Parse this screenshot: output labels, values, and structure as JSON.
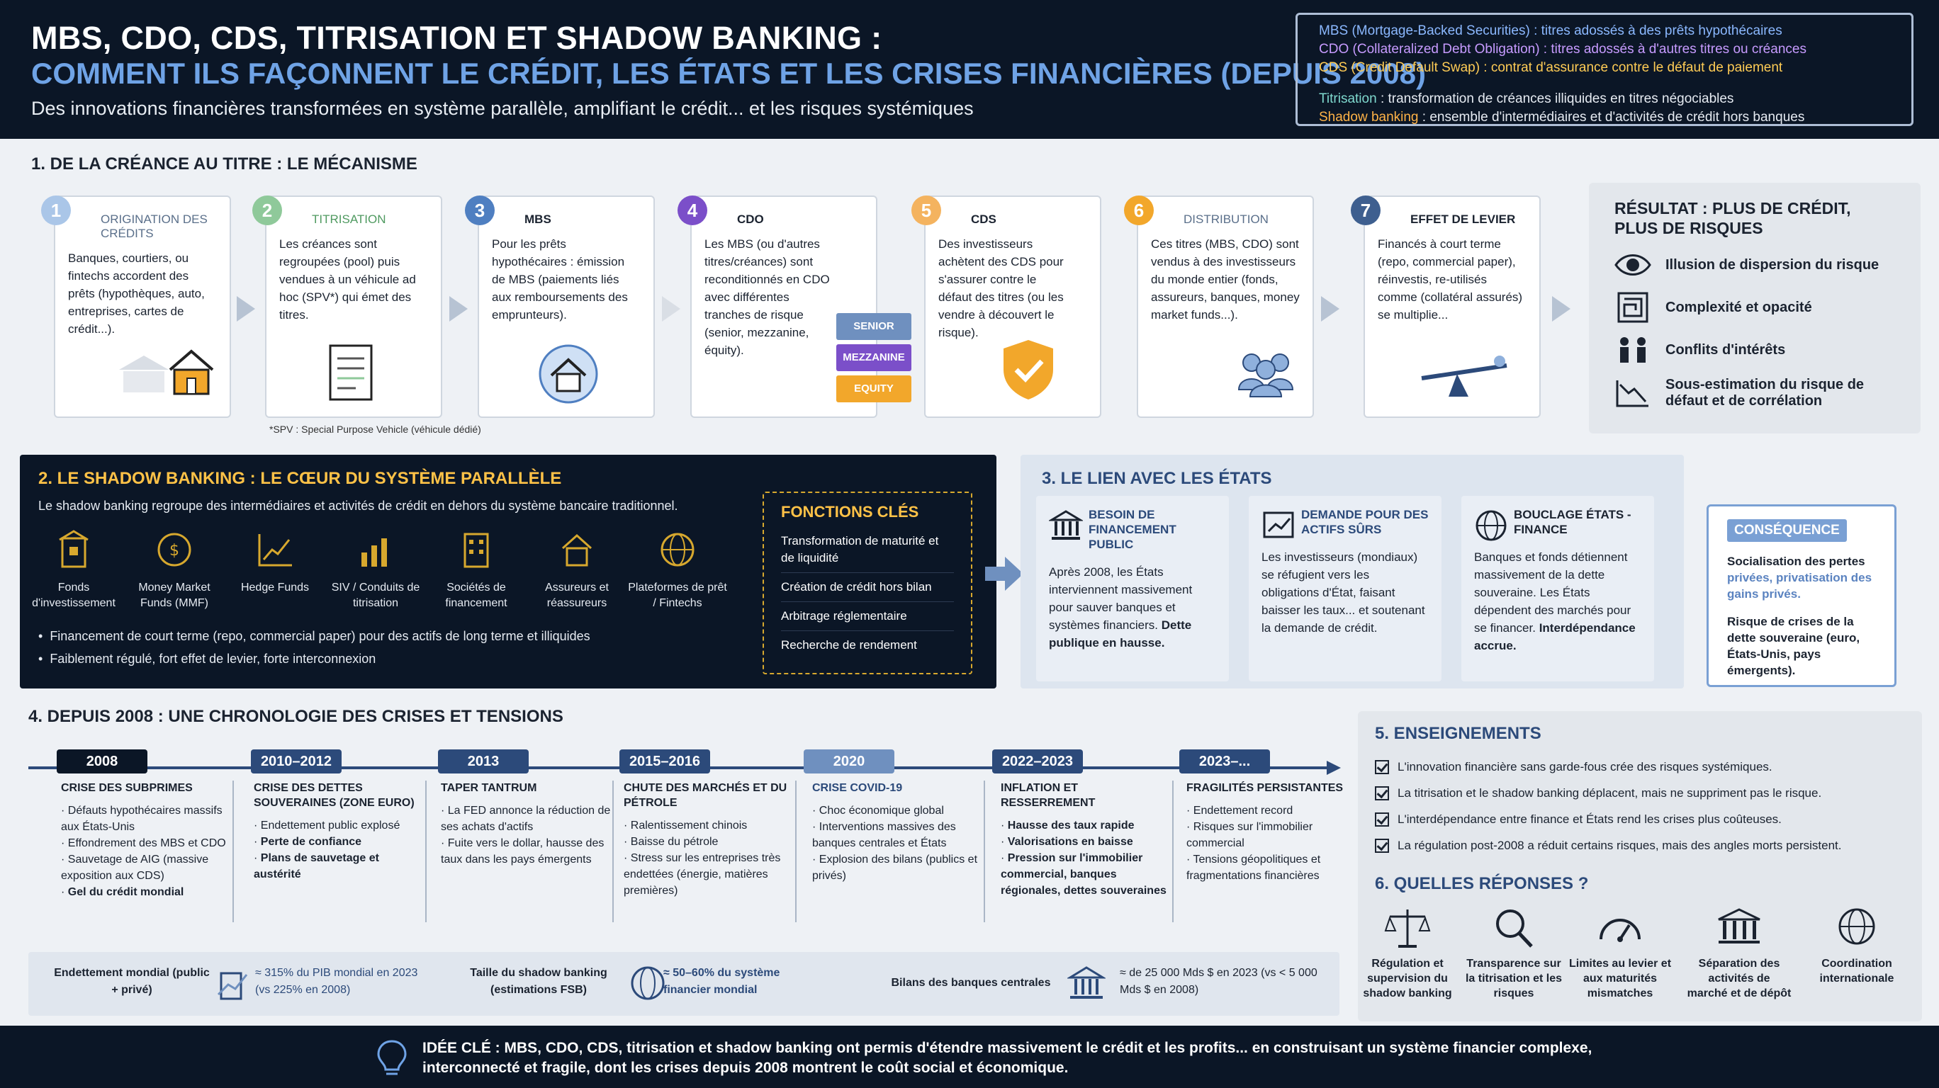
{
  "header": {
    "title": "MBS, CDO, CDS, TITRISATION ET SHADOW BANKING :",
    "subtitle": "COMMENT ILS FAÇONNENT LE CRÉDIT, LES ÉTATS ET LES CRISES FINANCIÈRES (DEPUIS 2008)",
    "tagline": "Des innovations financières transformées en système parallèle, amplifiant le crédit... et les risques systémiques"
  },
  "glossary": [
    {
      "key": "MBS",
      "def": "(Mortgage-Backed Securities) : titres adossés à des prêts hypothécaires"
    },
    {
      "key": "CDO",
      "def": "(Collateralized Debt Obligation) : titres adossés à d'autres titres ou créances"
    },
    {
      "key": "CDS",
      "def": "(Credit Default Swap) : contrat d'assurance contre le défaut de paiement"
    },
    {
      "key": "Titrisation",
      "def": ": transformation de créances illiquides en titres négociables"
    },
    {
      "key": "Shadow banking",
      "def": ": ensemble d'intermédiaires et d'activités de crédit hors banques"
    }
  ],
  "section1": {
    "title": "1. DE LA CRÉANCE AU TITRE : LE MÉCANISME",
    "steps": [
      {
        "num": "1",
        "title": "ORIGINATION DES CRÉDITS",
        "text": "Banques, courtiers, ou fintechs accordent des prêts (hypothèques, auto, entreprises, cartes de crédit...)."
      },
      {
        "num": "2",
        "title": "TITRISATION",
        "text": "Les créances sont regroupées (pool) puis vendues à un véhicule ad hoc (SPV*) qui émet des titres."
      },
      {
        "num": "3",
        "title": "MBS",
        "text": "Pour les prêts hypothécaires : émission de MBS (paiements liés aux remboursements des emprunteurs)."
      },
      {
        "num": "4",
        "title": "CDO",
        "text": "Les MBS (ou d'autres titres/créances) sont reconditionnés en CDO avec différentes tranches de risque (senior, mezzanine, équity)."
      },
      {
        "num": "5",
        "title": "CDS",
        "text": "Des investisseurs achètent des CDS pour s'assurer contre le défaut des titres (ou les vendre à découvert le risque)."
      },
      {
        "num": "6",
        "title": "DISTRIBUTION",
        "text": "Ces titres (MBS, CDO) sont vendus à des investisseurs du monde entier (fonds, assureurs, banques, money market funds...)."
      },
      {
        "num": "7",
        "title": "EFFET DE LEVIER",
        "text": "Financés à court terme (repo, commercial paper), réinvestis, re-utilisés comme (collatéral assurés) se multiplie..."
      }
    ],
    "tranches": [
      "SENIOR",
      "MEZZANINE",
      "EQUITY"
    ],
    "spv_note": "*SPV : Special Purpose Vehicle (véhicule dédié)",
    "result_title": "RÉSULTAT : PLUS DE CRÉDIT, PLUS DE RISQUES",
    "results": [
      "Illusion de dispersion du risque",
      "Complexité et opacité",
      "Conflits d'intérêts",
      "Sous-estimation du risque de défaut et de corrélation"
    ]
  },
  "section2": {
    "title": "2. LE SHADOW BANKING : LE CŒUR DU SYSTÈME PARALLÈLE",
    "intro": "Le shadow banking regroupe des intermédiaires et activités de crédit en dehors du système bancaire traditionnel.",
    "entities": [
      "Fonds d'investissement",
      "Money Market Funds (MMF)",
      "Hedge Funds",
      "SIV / Conduits de titrisation",
      "Sociétés de financement",
      "Assureurs et réassureurs",
      "Plateformes de prêt / Fintechs"
    ],
    "bullets": [
      "Financement de court terme (repo, commercial paper) pour des actifs de long terme et illiquides",
      "Faiblement régulé, fort effet de levier, forte interconnexion"
    ],
    "functions_title": "FONCTIONS CLÉS",
    "functions": [
      "Transformation de maturité et de liquidité",
      "Création de crédit hors bilan",
      "Arbitrage réglementaire",
      "Recherche de rendement"
    ]
  },
  "section3": {
    "title": "3. LE LIEN AVEC LES ÉTATS",
    "cards": [
      {
        "title": "BESOIN DE FINANCEMENT PUBLIC",
        "text": "Après 2008, les États interviennent massivement pour sauver banques et systèmes financiers.",
        "strong": "Dette publique en hausse."
      },
      {
        "title": "DEMANDE POUR DES ACTIFS SÛRS",
        "text": "Les investisseurs (mondiaux) se réfugient vers les obligations d'État, faisant baisser les taux... et soutenant la demande de crédit.",
        "strong": ""
      },
      {
        "title": "BOUCLAGE ÉTATS - FINANCE",
        "text": "Banques et fonds détiennent massivement de la dette souveraine. Les États dépendent des marchés pour se financer.",
        "strong": "Interdépendance accrue."
      }
    ],
    "consequence_title": "CONSÉQUENCE",
    "consequence_1a": "Socialisation des pertes",
    "consequence_1b": "privées, privatisation des gains privés.",
    "consequence_2": "Risque de crises de la dette souveraine (euro, États-Unis, pays émergents)."
  },
  "section4": {
    "title": "4. DEPUIS 2008 : UNE CHRONOLOGIE DES CRISES ET TENSIONS",
    "events": [
      {
        "year": "2008",
        "title": "CRISE DES SUBPRIMES",
        "items": [
          "Défauts hypothécaires massifs aux États-Unis",
          "Effondrement des MBS et CDO",
          "Sauvetage de AIG (massive exposition aux CDS)",
          "Gel du crédit mondial"
        ]
      },
      {
        "year": "2010–2012",
        "title": "CRISE DES DETTES SOUVERAINES (ZONE EURO)",
        "items": [
          "Endettement public explosé",
          "Perte de confiance",
          "Plans de sauvetage et austérité"
        ]
      },
      {
        "year": "2013",
        "title": "TAPER TANTRUM",
        "items": [
          "La FED annonce la réduction de ses achats d'actifs",
          "Fuite vers le dollar, hausse des taux dans les pays émergents"
        ]
      },
      {
        "year": "2015–2016",
        "title": "CHUTE DES MARCHÉS ET DU PÉTROLE",
        "items": [
          "Ralentissement chinois",
          "Baisse du pétrole",
          "Stress sur les entreprises très endettées (énergie, matières premières)"
        ]
      },
      {
        "year": "2020",
        "title": "CRISE COVID-19",
        "items": [
          "Choc économique global",
          "Interventions massives des banques centrales et États",
          "Explosion des bilans (publics et privés)"
        ]
      },
      {
        "year": "2022–2023",
        "title": "INFLATION ET RESSERREMENT",
        "items": [
          "Hausse des taux rapide",
          "Valorisations en baisse",
          "Pression sur l'immobilier commercial, banques régionales, dettes souveraines"
        ]
      },
      {
        "year": "2023–...",
        "title": "FRAGILITÉS PERSISTANTES",
        "items": [
          "Endettement record",
          "Risques sur l'immobilier commercial",
          "Tensions géopolitiques et fragmentations financières"
        ]
      }
    ],
    "stats": [
      {
        "label": "Endettement mondial (public + privé)",
        "value": "≈ 315% du PIB mondial en 2023 (vs 225% en 2008)"
      },
      {
        "label": "Taille du shadow banking (estimations FSB)",
        "value": "≈ 50–60% du système financier mondial"
      },
      {
        "label": "Bilans des banques centrales",
        "value": "≈ de 25 000 Mds $ en 2023 (vs < 5 000 Mds $ en 2008)"
      }
    ]
  },
  "section5": {
    "title": "5. ENSEIGNEMENTS",
    "items": [
      "L'innovation financière sans garde-fous crée des risques systémiques.",
      "La titrisation et le shadow banking déplacent, mais ne suppriment pas le risque.",
      "L'interdépendance entre finance et États rend les crises plus coûteuses.",
      "La régulation post-2008 a réduit certains risques, mais des angles morts persistent."
    ]
  },
  "section6": {
    "title": "6. QUELLES RÉPONSES ?",
    "items": [
      "Régulation et supervision du shadow banking",
      "Transparence sur la titrisation et les risques",
      "Limites au levier et aux maturités mismatches",
      "Séparation des activités de marché et de dépôt",
      "Coordination internationale"
    ]
  },
  "footer": {
    "line1": "IDÉE CLÉ : MBS, CDO, CDS, titrisation et shadow banking ont permis d'étendre massivement le crédit et les profits... en construisant un système financier complexe,",
    "line2": "interconnecté et fragile, dont les crises depuis 2008 montrent le coût social et économique."
  },
  "colors": {
    "navy": "#0b1626",
    "accent_blue": "#6fa3e6",
    "gold": "#ffc247",
    "step1": "#aac6e8",
    "step2": "#8fc99a",
    "step3": "#4f7fc1",
    "step4": "#7b4fc9",
    "step5": "#f4b35f",
    "step6": "#f2a72b",
    "step7": "#3e5f8f"
  }
}
